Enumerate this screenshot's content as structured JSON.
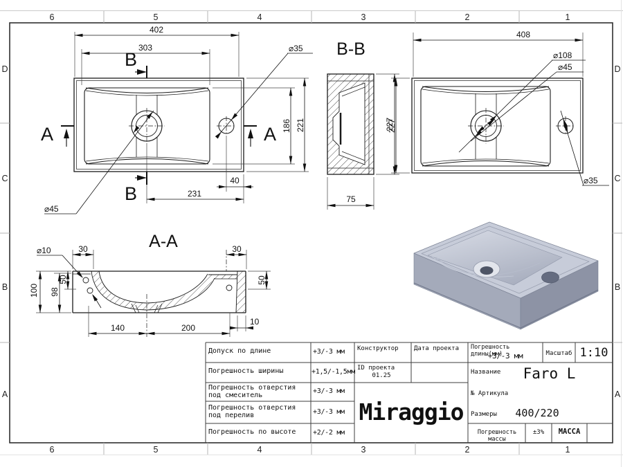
{
  "zones": {
    "columns": [
      "6",
      "5",
      "4",
      "3",
      "2",
      "1"
    ],
    "rows": [
      "D",
      "C",
      "B",
      "A"
    ]
  },
  "plan_left": {
    "overall_width": "402",
    "basin_width": "303",
    "faucet_dia": "⌀35",
    "drain_dia": "⌀45",
    "basin_depth": "186",
    "overall_depth": "221",
    "faucet_offset": "40",
    "drain_offset": "231",
    "section_a": "A",
    "section_b": "B"
  },
  "section_bb": {
    "title": "B-B",
    "height": "227",
    "width": "75"
  },
  "plan_right": {
    "overall_width": "408",
    "overall_depth": "227",
    "drain_outer_dia": "⌀108",
    "drain_dia": "⌀45",
    "faucet_dia": "⌀35"
  },
  "section_aa": {
    "title": "A-A",
    "hole_dia": "⌀10",
    "left_offset": "30",
    "right_offset": "30",
    "height": "100",
    "inner_height": "98",
    "rim_depth": "50",
    "deck_depth": "50",
    "drain_left": "140",
    "drain_right": "200",
    "wall_thickness": "10"
  },
  "title_block": {
    "tolerances": [
      {
        "label": "Допуск по длине",
        "value": "+3/-3 мм"
      },
      {
        "label": "Погрешность ширины",
        "value": "+1,5/-1,5мм"
      },
      {
        "label": "Погрешность отверстия под смеситель",
        "value": "+3/-3 мм"
      },
      {
        "label": "Погрешность отверстия под перелив",
        "value": "+3/-3 мм"
      },
      {
        "label": "Погрешность по высоте",
        "value": "+2/-2 мм"
      }
    ],
    "constructor_label": "Конструктор",
    "date_label": "Дата проекта",
    "project_id_label": "ID проекта",
    "project_id_value": "01.25",
    "logo": "Miraggio",
    "length_tolerance_label": "Погрешность длины(мм)",
    "length_tolerance_value": "+3/-3 мм",
    "scale_label": "Масштаб",
    "scale_value": "1:10",
    "name_label": "Название",
    "name_value": "Faro L",
    "article_label": "№ Артикула",
    "size_label": "Размеры",
    "size_value": "400/220",
    "mass_tolerance_label": "Погрешность массы",
    "mass_tolerance_value": "±3%",
    "mass_label": "МАССА"
  },
  "colors": {
    "line": "#1a1a1a",
    "frame": "#2f2f2f",
    "zone_tick": "#b5b5b5",
    "sink_top": "#c7ccd9",
    "sink_front": "#a4aaba",
    "sink_side": "#8d93a5",
    "sink_hole": "#4e5566"
  }
}
